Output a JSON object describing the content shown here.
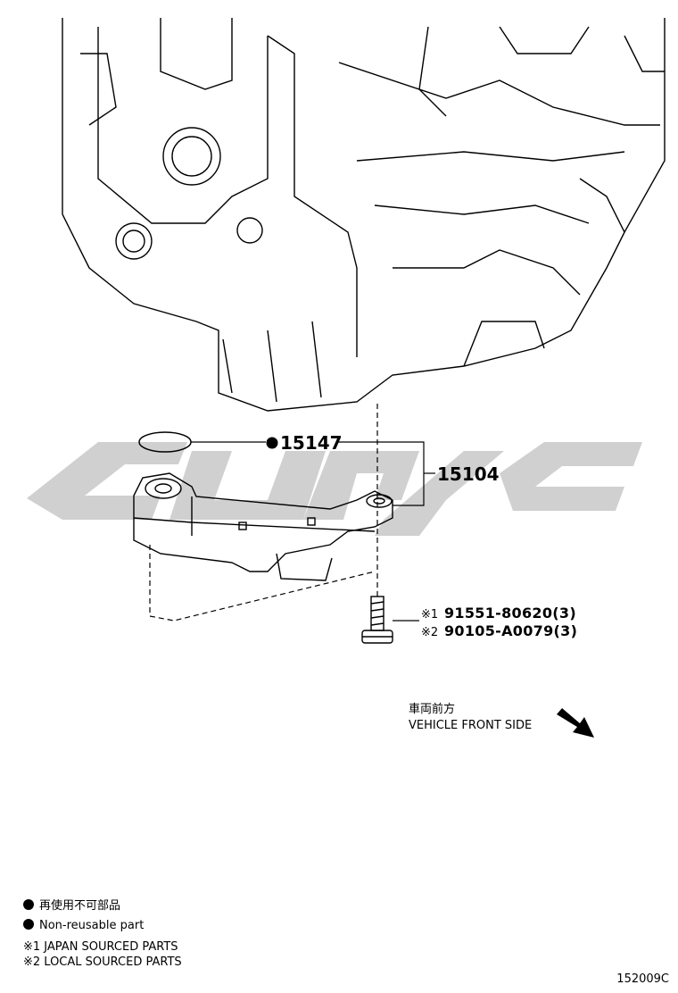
{
  "callouts": {
    "o_ring": "15147",
    "strainer": "15104",
    "bolt_japan_mark": "※1",
    "bolt_japan": "91551-80620(3)",
    "bolt_local_mark": "※2",
    "bolt_local": "90105-A0079(3)"
  },
  "direction": {
    "jp": "車両前方",
    "en": "VEHICLE FRONT SIDE"
  },
  "legend": {
    "nonreusable_jp": "再使用不可部品",
    "nonreusable_en": "Non-reusable part",
    "japan": "※1 JAPAN SOURCED PARTS",
    "local": "※2 LOCAL SOURCED PARTS"
  },
  "figure_id": "152009C",
  "colors": {
    "line": "#000000",
    "watermark": "#c8c8c8"
  }
}
